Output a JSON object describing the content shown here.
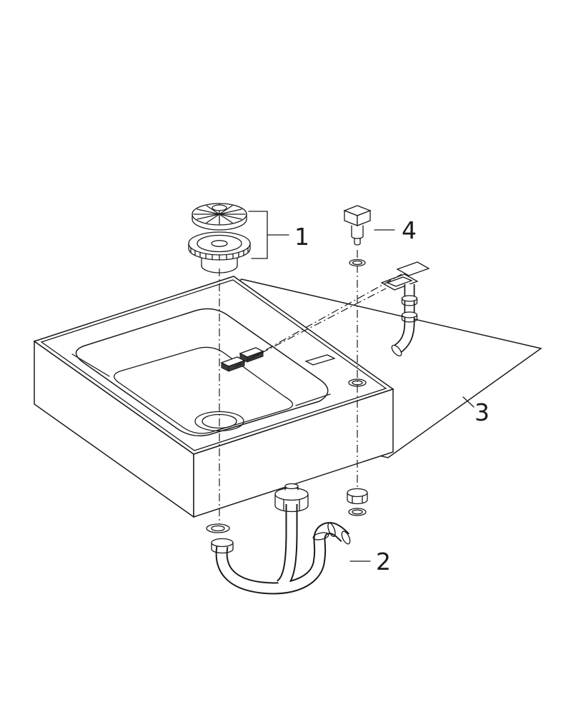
{
  "figure": {
    "background": "#ffffff",
    "line_color": "#1a1a1a"
  },
  "callouts": {
    "strainer": {
      "label": "1"
    },
    "trap": {
      "label": "2"
    },
    "panel": {
      "label": "3"
    },
    "plug": {
      "label": "4"
    }
  }
}
